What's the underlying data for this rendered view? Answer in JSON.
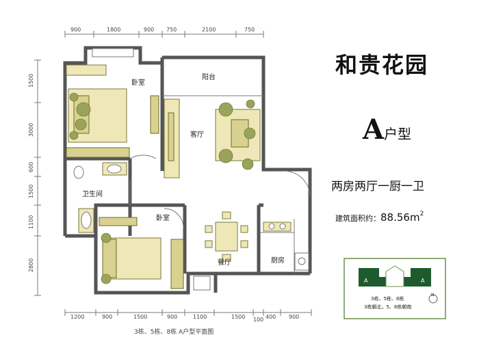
{
  "header": {
    "project_name": "和贵花园",
    "unit_type_letter": "A",
    "unit_type_label": "户型",
    "layout": "两房两厅一厨一卫",
    "area_label": "建筑面积约：",
    "area_value": "88.56m",
    "area_superscript": "2"
  },
  "plan": {
    "caption": "3栋、5栋、8栋 A户型平面图",
    "top_dimensions": [
      "900",
      "1800",
      "900",
      "750",
      "2100",
      "750"
    ],
    "bottom_dimensions": [
      "1200",
      "900",
      "1500",
      "900",
      "1100",
      "1500",
      "100",
      "400",
      "900"
    ],
    "left_dimensions": [
      "1500",
      "3000",
      "600",
      "1500",
      "1100",
      "2800"
    ],
    "rooms": {
      "bedroom_top": "卧室",
      "balcony": "阳台",
      "living_room": "客厅",
      "bathroom": "卫生间",
      "bedroom_bottom": "卧室",
      "dining_room": "餐厅",
      "kitchen": "厨房"
    }
  },
  "key_plan": {
    "unit_label_left": "A",
    "unit_label_right": "A",
    "buildings": "3栋、5栋、8栋",
    "orientation": "3栋朝北，5、8栋朝南",
    "compass": "N",
    "colors": {
      "block": "#1f5a2e",
      "frame": "#6f8f4a"
    }
  }
}
